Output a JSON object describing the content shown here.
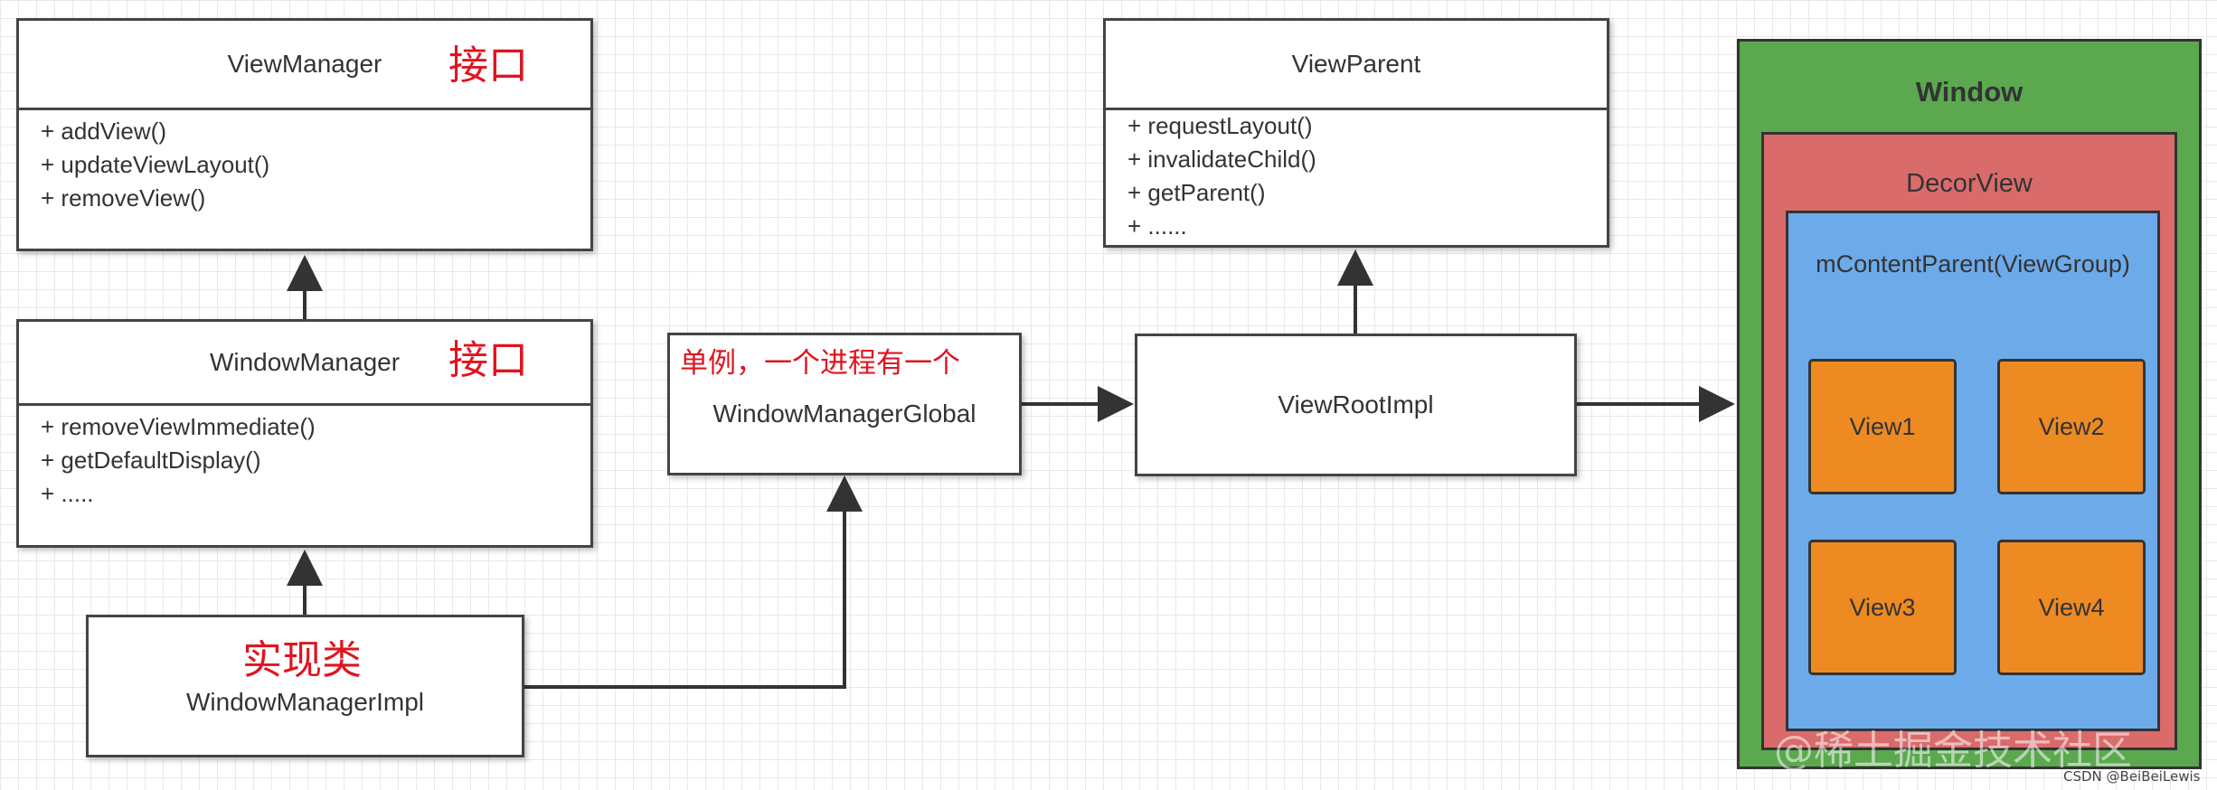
{
  "view_manager": {
    "title": "ViewManager",
    "annotation": "接口",
    "methods": [
      "+ addView()",
      "+ updateViewLayout()",
      "+ removeView()"
    ]
  },
  "window_manager": {
    "title": "WindowManager",
    "annotation": "接口",
    "methods": [
      "+ removeViewImmediate()",
      "+ getDefaultDisplay()",
      "+ ....."
    ]
  },
  "window_manager_impl": {
    "title": "WindowManagerImpl",
    "annotation": "实现类"
  },
  "window_manager_global": {
    "title": "WindowManagerGlobal",
    "annotation": "单例，一个进程有一个"
  },
  "view_parent": {
    "title": "ViewParent",
    "methods": [
      "+ requestLayout()",
      "+ invalidateChild()",
      "+ getParent()",
      "+ ......"
    ]
  },
  "view_root_impl": {
    "title": "ViewRootImpl"
  },
  "window": {
    "title": "Window",
    "decor_view": {
      "title": "DecorView",
      "content_parent": {
        "title": "mContentParent(ViewGroup)",
        "views": [
          "View1",
          "View2",
          "View3",
          "View4"
        ]
      }
    }
  },
  "watermark": {
    "community": "@稀土掘金技术社区",
    "csdn": "CSDN @BeiBeiLewis"
  },
  "colors": {
    "window_green": "#5ba84f",
    "decor_red": "#d96b6b",
    "content_blue": "#6daaea",
    "view_orange": "#ed8a22",
    "annotation_red": "#e0141e"
  }
}
